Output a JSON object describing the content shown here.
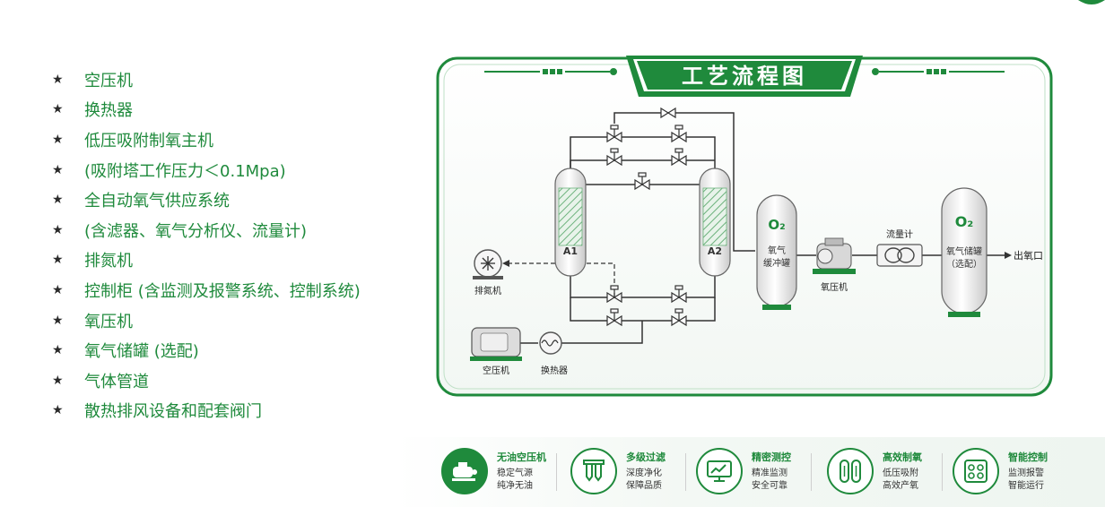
{
  "list_items": [
    "空压机",
    "换热器",
    "低压吸附制氧主机",
    "(吸附塔工作压力＜0.1Mpa)",
    "全自动氧气供应系统",
    "(含滤器、氧气分析仪、流量计)",
    "排氮机",
    "控制柜 (含监测及报警系统、控制系统)",
    "氧压机",
    "氧气储罐 (选配)",
    "气体管道",
    "散热排风设备和配套阀门"
  ],
  "bullet": "★",
  "diagram": {
    "title": "工艺流程图",
    "tower_a1": "A1",
    "tower_a2": "A2",
    "buffer_o2": "O₂",
    "buffer_label_1": "氧气",
    "buffer_label_2": "缓冲罐",
    "compressor_o2_label": "氧压机",
    "flowmeter_label": "流量计",
    "storage_o2": "O₂",
    "storage_label_1": "氧气储罐",
    "storage_label_2": "（选配）",
    "outlet_label": "出氧口",
    "exhaust_label": "排氮机",
    "air_compressor_label": "空压机",
    "heat_exchanger_label": "换热器"
  },
  "features": [
    {
      "title": "无油空压机",
      "line1": "稳定气源",
      "line2": "纯净无油",
      "icon": "compressor-icon"
    },
    {
      "title": "多级过滤",
      "line1": "深度净化",
      "line2": "保障品质",
      "icon": "filter-icon"
    },
    {
      "title": "精密测控",
      "line1": "精准监测",
      "line2": "安全可靠",
      "icon": "monitor-icon"
    },
    {
      "title": "高效制氧",
      "line1": "低压吸附",
      "line2": "高效产氧",
      "icon": "tanks-icon"
    },
    {
      "title": "智能控制",
      "line1": "监测报警",
      "line2": "智能运行",
      "icon": "control-panel-icon"
    }
  ],
  "colors": {
    "accent": "#1f8a3c",
    "dark_green": "#156b2c",
    "text": "#333333"
  }
}
